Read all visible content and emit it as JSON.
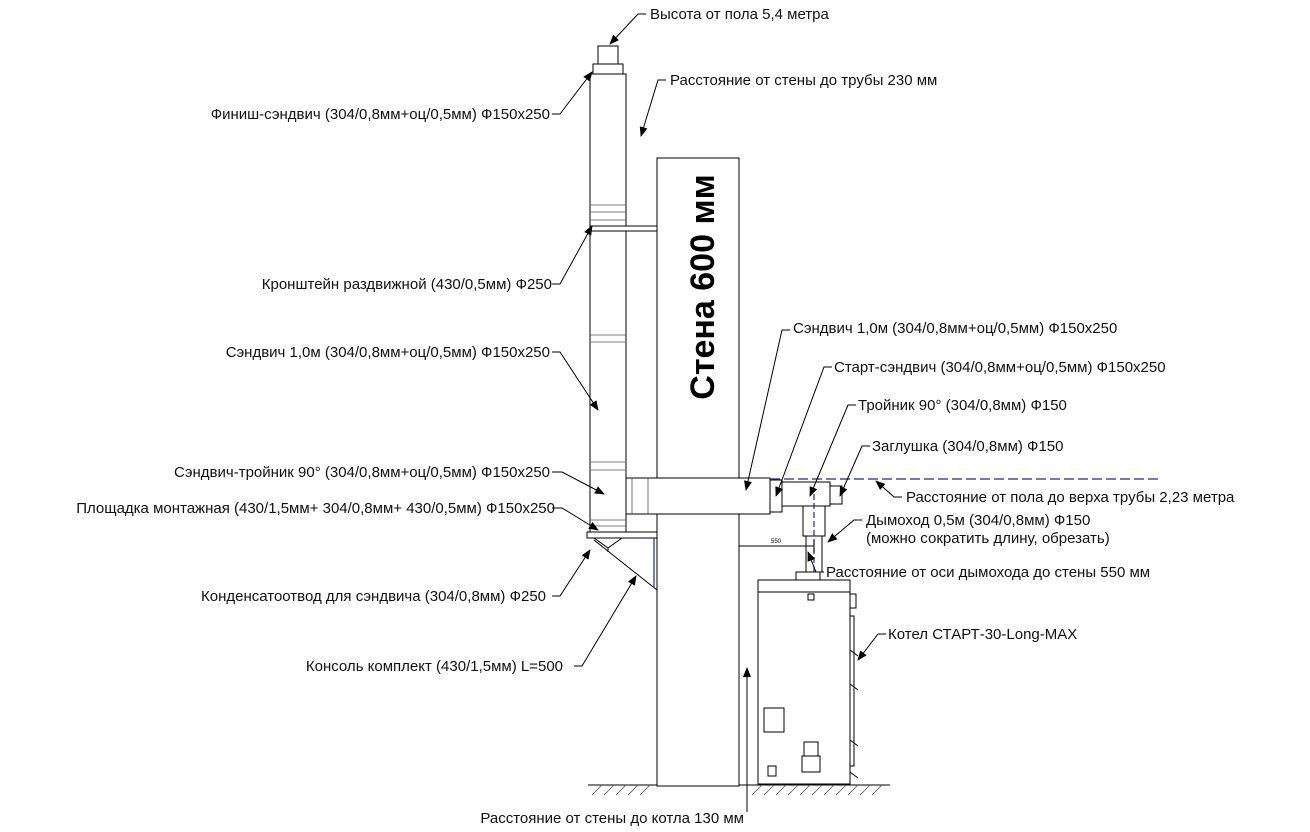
{
  "wall_label": "Стена 600 мм",
  "dim_small": "550",
  "labels": {
    "height": "Высота от пола 5,4 метра",
    "wall_to_pipe": "Расстояние от стены до трубы 230 мм",
    "finish": "Финиш-сэндвич (304/0,8мм+оц/0,5мм) Ф150х250",
    "bracket": "Кронштейн раздвижной (430/0,5мм) Ф250",
    "sandwich_left": "Сэндвич 1,0м (304/0,8мм+оц/0,5мм) Ф150х250",
    "tee_sandwich": "Сэндвич-тройник 90° (304/0,8мм+оц/0,5мм) Ф150х250",
    "platform": "Площадка монтажная (430/1,5мм+ 304/0,8мм+ 430/0,5мм) Ф150х250",
    "condensate": "Конденсатоотвод для сэндвича (304/0,8мм) Ф250",
    "console": "Консоль комплект (430/1,5мм) L=500",
    "sandwich_right": "Сэндвич 1,0м (304/0,8мм+оц/0,5мм) Ф150х250",
    "start_sandwich": "Старт-сэндвич (304/0,8мм+оц/0,5мм) Ф150х250",
    "tee_90": "Тройник 90° (304/0,8мм) Ф150",
    "plug": "Заглушка (304/0,8мм) Ф150",
    "floor_to_top": "Расстояние от пола до верха трубы 2,23 метра",
    "chimney_line1": "Дымоход 0,5м (304/0,8мм) Ф150",
    "chimney_line2": "(можно сократить длину, обрезать)",
    "axis_to_wall": "Расстояние от оси дымохода до стены 550 мм",
    "boiler": "Котел СТАРТ-30-Long-MAX",
    "wall_to_boiler": "Расстояние от стены до котла 130 мм"
  }
}
